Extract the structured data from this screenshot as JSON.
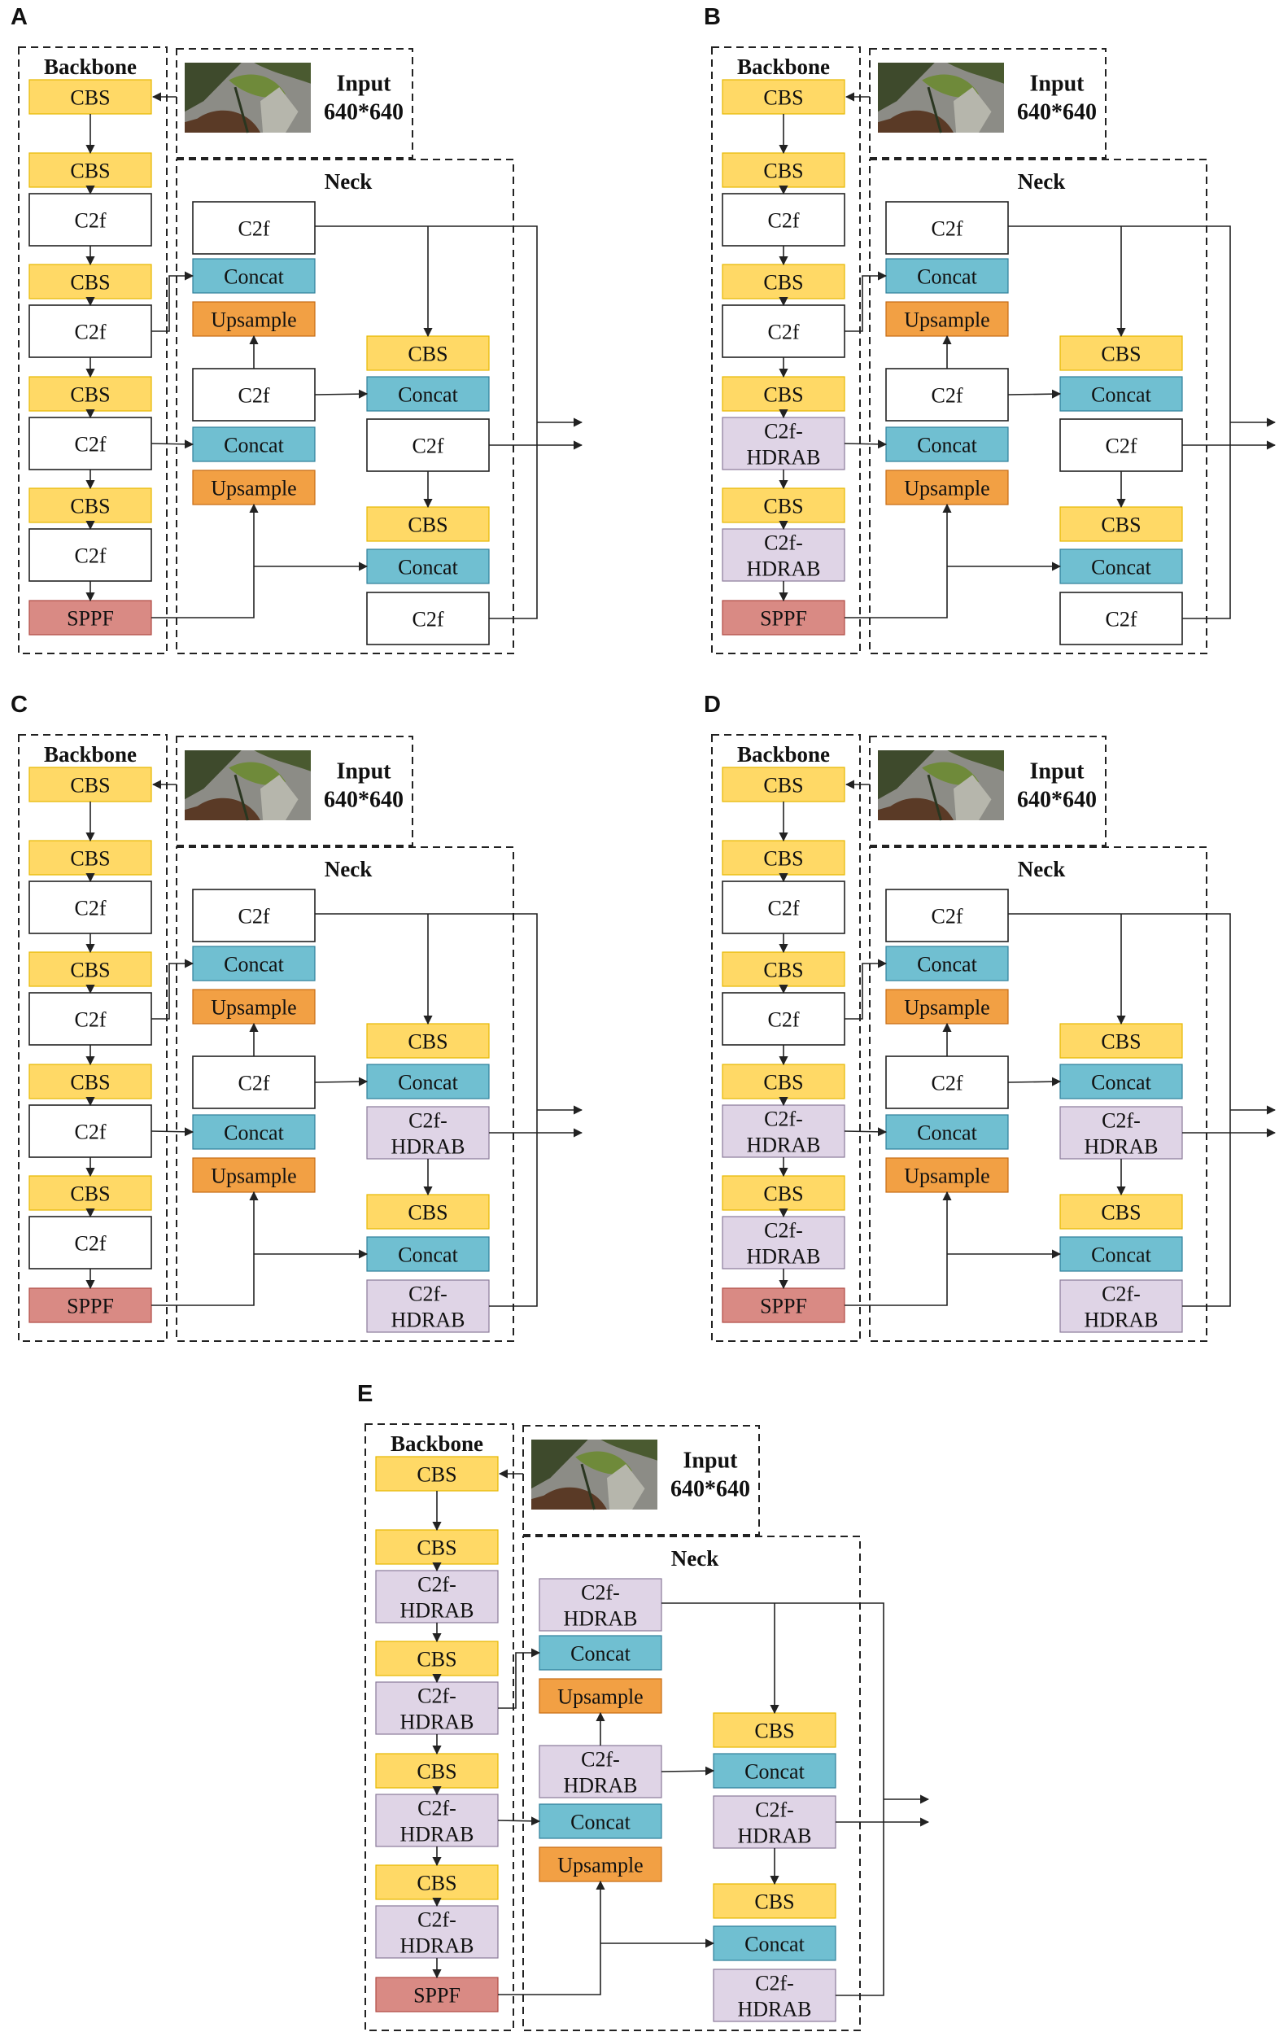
{
  "colors": {
    "CBS": "#ffd966",
    "Concat": "#70bfd1",
    "Upsample": "#f2a044",
    "SPPF": "#d98a84",
    "C2f": "#ffffff",
    "C2f-HDRAB": "#dfd4e6",
    "line": "#222222"
  },
  "labels": {
    "backbone": "Backbone",
    "neck": "Neck",
    "input_line1": "Input",
    "input_line2": "640*640",
    "cbs": "CBS",
    "c2f": "C2f",
    "hdrab_line1": "C2f-",
    "hdrab_line2": "HDRAB",
    "concat": "Concat",
    "upsample": "Upsample",
    "sppf": "SPPF"
  },
  "input_image": "foliage-photo-thumbnail",
  "panels": [
    {
      "id": "A",
      "backbone_blocks": [
        "CBS",
        "CBS",
        "C2f",
        "CBS",
        "C2f",
        "CBS",
        "C2f",
        "CBS",
        "C2f",
        "SPPF"
      ],
      "neck_left": [
        "C2f",
        "Concat",
        "Upsample",
        "C2f",
        "Concat",
        "Upsample"
      ],
      "neck_right": [
        "CBS",
        "Concat",
        "C2f",
        "CBS",
        "Concat",
        "C2f"
      ]
    },
    {
      "id": "B",
      "backbone_blocks": [
        "CBS",
        "CBS",
        "C2f",
        "CBS",
        "C2f",
        "CBS",
        "C2f-HDRAB",
        "CBS",
        "C2f-HDRAB",
        "SPPF"
      ],
      "neck_left": [
        "C2f",
        "Concat",
        "Upsample",
        "C2f",
        "Concat",
        "Upsample"
      ],
      "neck_right": [
        "CBS",
        "Concat",
        "C2f",
        "CBS",
        "Concat",
        "C2f"
      ]
    },
    {
      "id": "C",
      "backbone_blocks": [
        "CBS",
        "CBS",
        "C2f",
        "CBS",
        "C2f",
        "CBS",
        "C2f",
        "CBS",
        "C2f",
        "SPPF"
      ],
      "neck_left": [
        "C2f",
        "Concat",
        "Upsample",
        "C2f",
        "Concat",
        "Upsample"
      ],
      "neck_right": [
        "CBS",
        "Concat",
        "C2f-HDRAB",
        "CBS",
        "Concat",
        "C2f-HDRAB"
      ]
    },
    {
      "id": "D",
      "backbone_blocks": [
        "CBS",
        "CBS",
        "C2f",
        "CBS",
        "C2f",
        "CBS",
        "C2f-HDRAB",
        "CBS",
        "C2f-HDRAB",
        "SPPF"
      ],
      "neck_left": [
        "C2f",
        "Concat",
        "Upsample",
        "C2f",
        "Concat",
        "Upsample"
      ],
      "neck_right": [
        "CBS",
        "Concat",
        "C2f-HDRAB",
        "CBS",
        "Concat",
        "C2f-HDRAB"
      ]
    },
    {
      "id": "E",
      "backbone_blocks": [
        "CBS",
        "CBS",
        "C2f-HDRAB",
        "CBS",
        "C2f-HDRAB",
        "CBS",
        "C2f-HDRAB",
        "CBS",
        "C2f-HDRAB",
        "SPPF"
      ],
      "neck_left": [
        "C2f-HDRAB",
        "Concat",
        "Upsample",
        "C2f-HDRAB",
        "Concat",
        "Upsample"
      ],
      "neck_right": [
        "CBS",
        "Concat",
        "C2f-HDRAB",
        "CBS",
        "Concat",
        "C2f-HDRAB"
      ]
    }
  ]
}
